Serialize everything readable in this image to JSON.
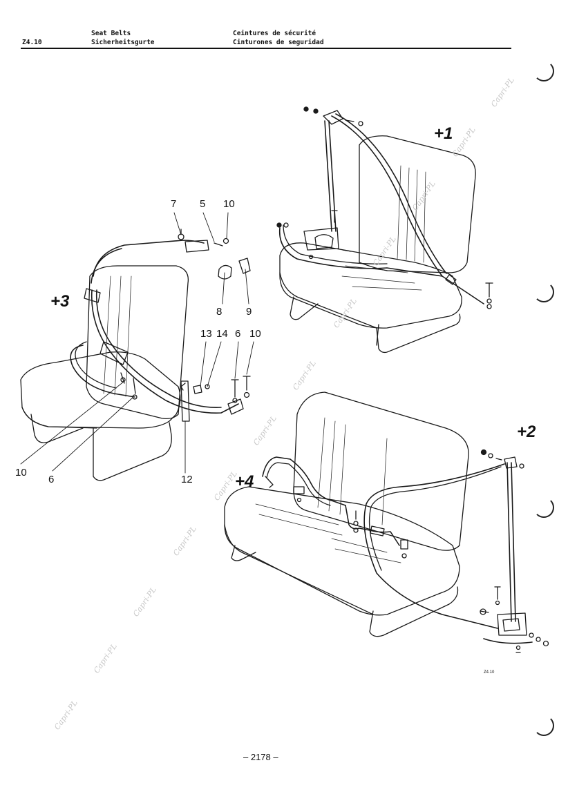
{
  "header": {
    "section_code": "Z4.10",
    "title_en": "Seat Belts",
    "title_de": "Sicherheitsgurte",
    "title_fr": "Ceintures de sécurité",
    "title_es": "Cinturones de seguridad"
  },
  "views": {
    "v1": "+1",
    "v2": "+2",
    "v3": "+3",
    "v4": "+4"
  },
  "callouts": {
    "c7": "7",
    "c5": "5",
    "c10_top": "10",
    "c8": "8",
    "c9": "9",
    "c13": "13",
    "c14": "14",
    "c6_right": "6",
    "c10_right": "10",
    "c10_left": "10",
    "c6_left": "6",
    "c12": "12"
  },
  "watermark": "Capri-PL",
  "figure_id": "Z4.10",
  "page_number": "– 2178 –"
}
